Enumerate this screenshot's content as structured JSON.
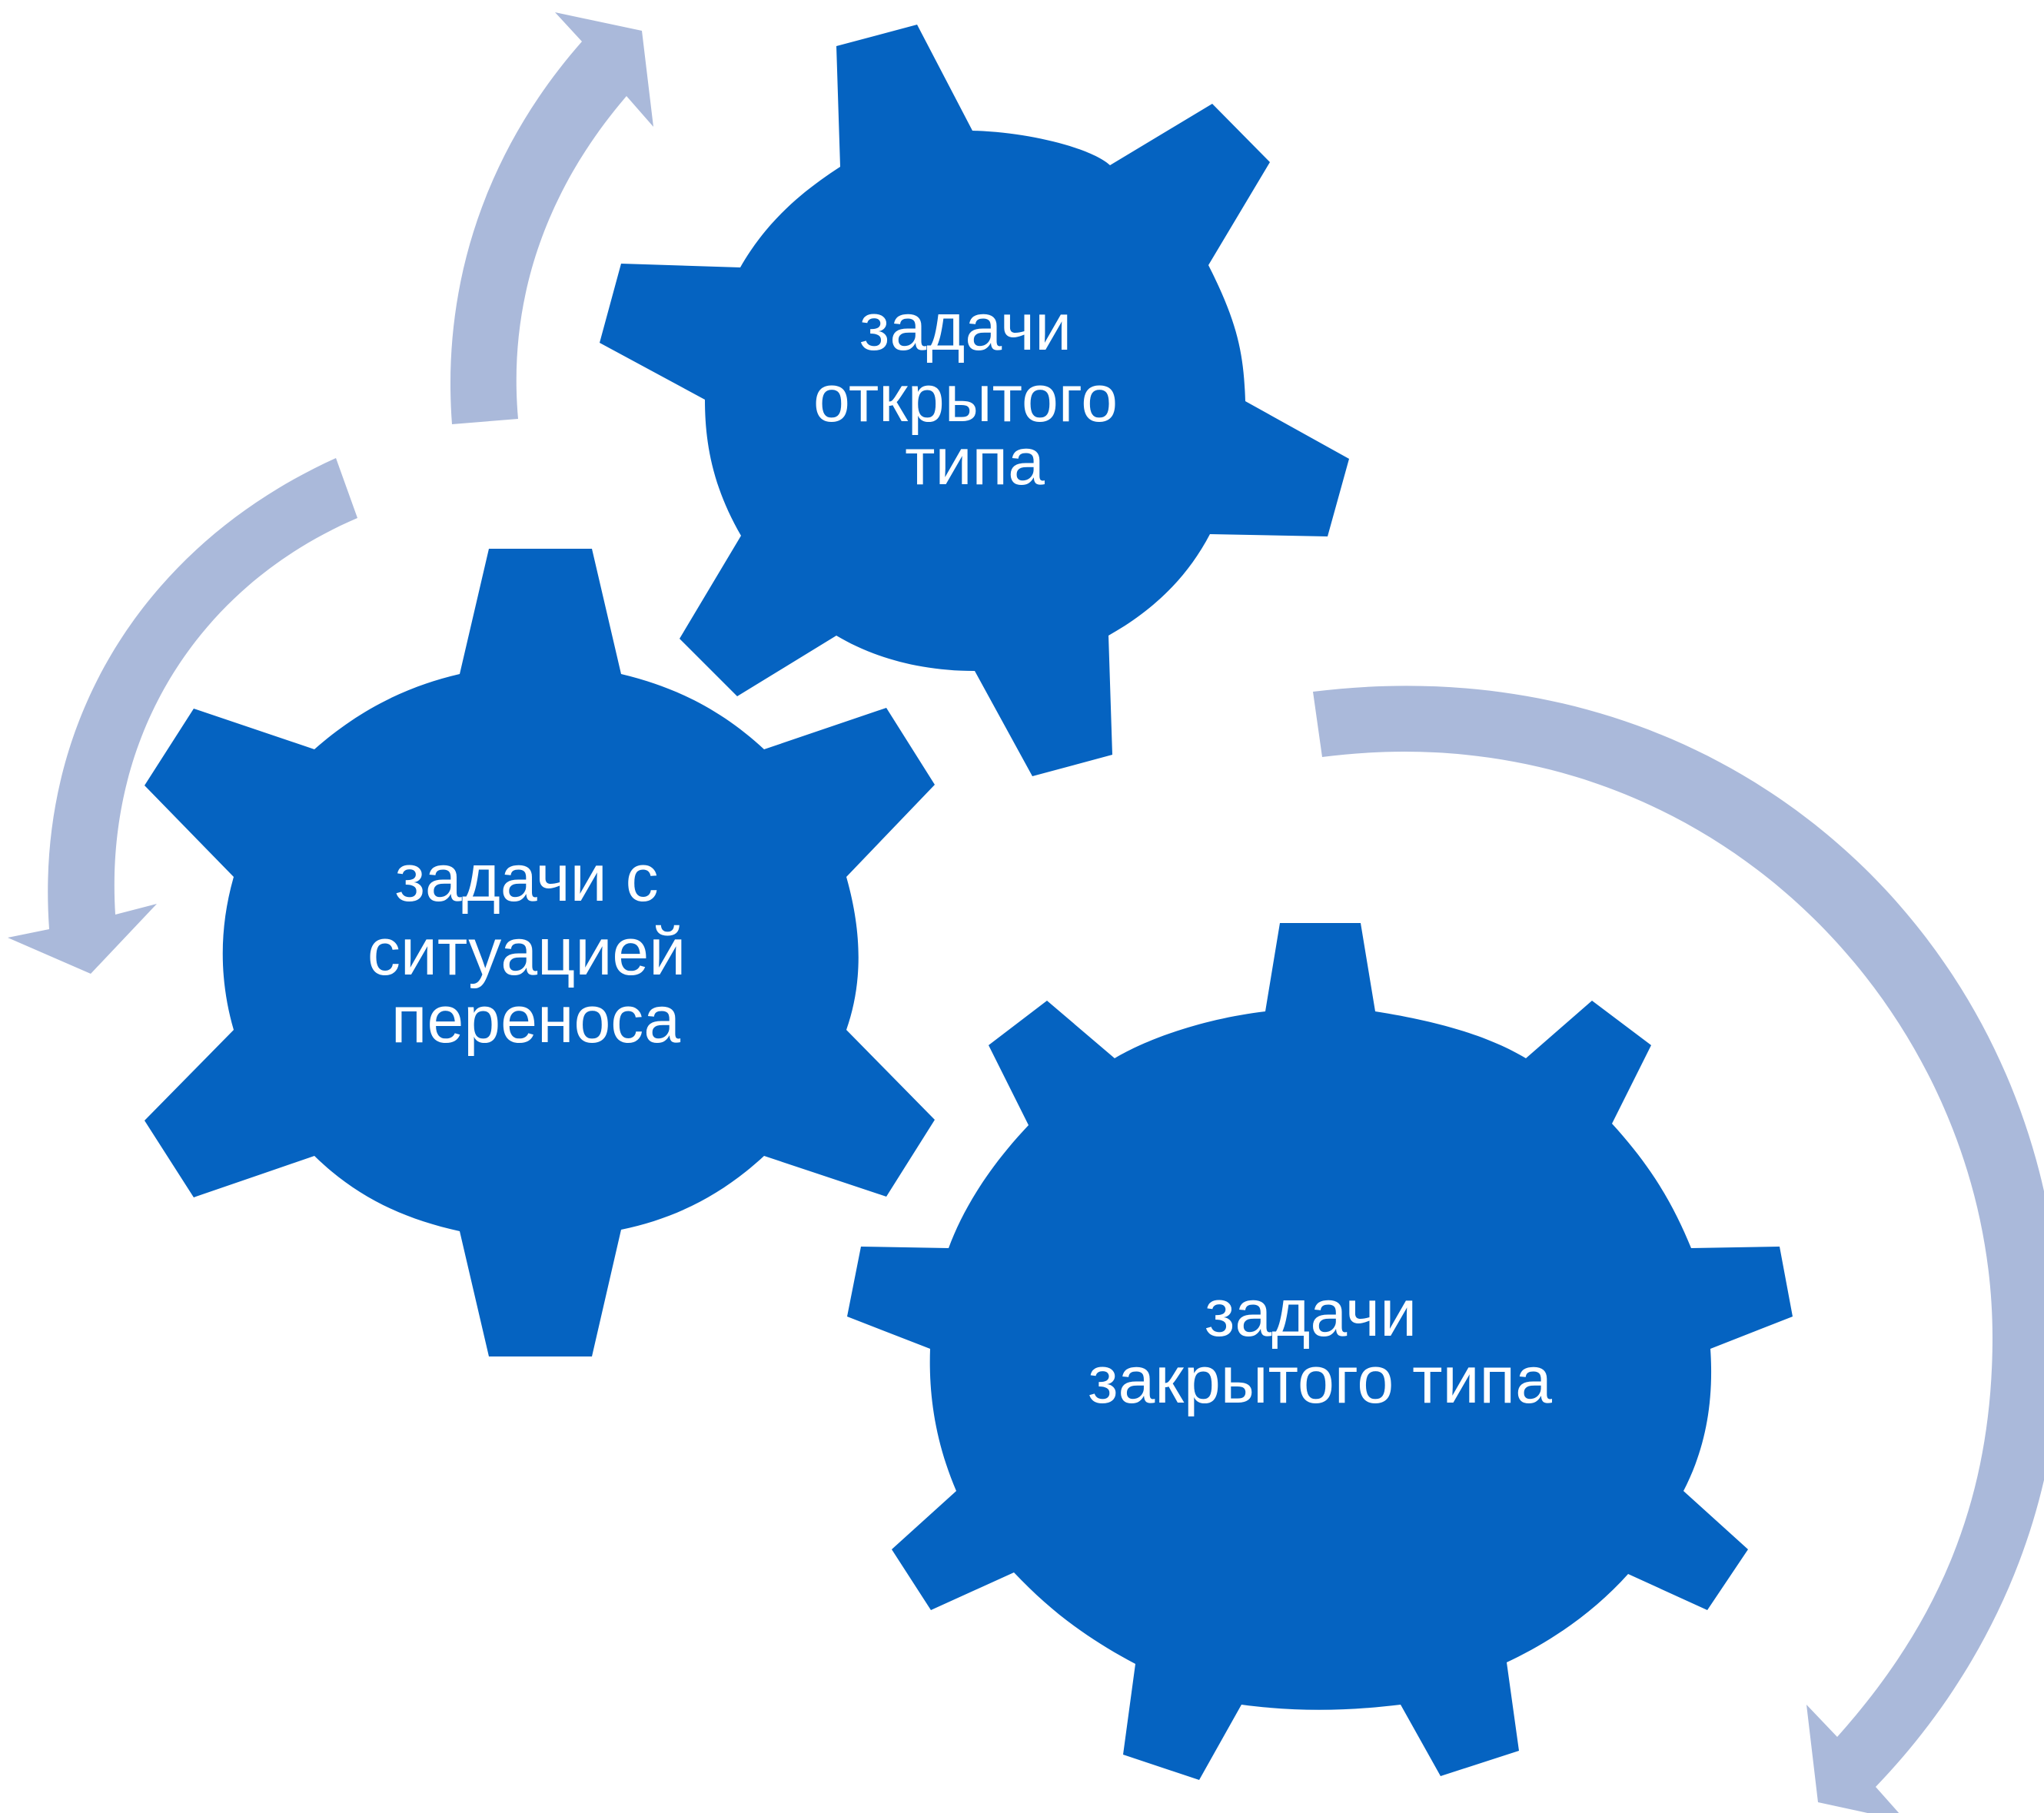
{
  "colors": {
    "gear_fill": "#0563C1",
    "arrow_fill": "#AAB9DA",
    "label_color": "#FFFFFF",
    "background": "#FFFFFF"
  },
  "gears": [
    {
      "id": "open",
      "lines": [
        "задачи",
        "открытого",
        "типа"
      ]
    },
    {
      "id": "transfer",
      "lines": [
        "задачи с",
        "ситуацией",
        "переноса"
      ]
    },
    {
      "id": "closed",
      "lines": [
        "задачи",
        "закрытого типа"
      ]
    }
  ],
  "arrows": [
    {
      "id": "arrow-top-left",
      "shape": "curved-arrow-up-right"
    },
    {
      "id": "arrow-left",
      "shape": "curved-arrow-down-left"
    },
    {
      "id": "arrow-right",
      "shape": "curved-arrow-down"
    }
  ]
}
